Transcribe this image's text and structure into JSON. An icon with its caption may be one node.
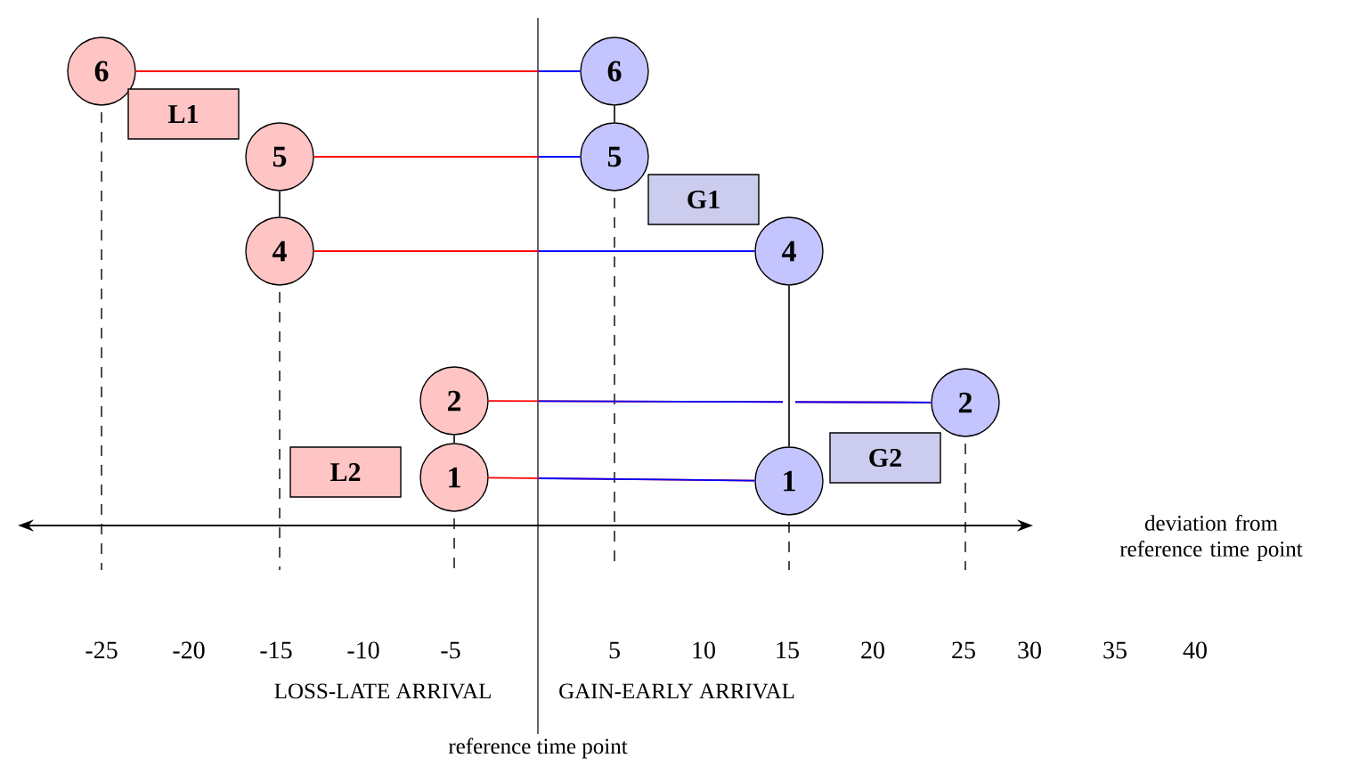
{
  "diagram": {
    "nodes": [
      {
        "text": [
          "6"
        ]
      },
      {
        "text": [
          "6"
        ]
      },
      {
        "text": [
          "L1"
        ]
      },
      {
        "text": [
          "5"
        ]
      },
      {
        "text": [
          "5"
        ]
      },
      {
        "text": [
          "G1"
        ]
      },
      {
        "text": [
          "4"
        ]
      },
      {
        "text": [
          "4"
        ]
      },
      {
        "text": [
          "2"
        ]
      },
      {
        "text": [
          "2"
        ]
      },
      {
        "text": [
          "L2"
        ]
      },
      {
        "text": [
          "1"
        ]
      },
      {
        "text": [
          "1"
        ]
      },
      {
        "text": [
          "G2"
        ]
      }
    ],
    "edges": [
      {
        "from": 0,
        "to": 1,
        "arrow": "none"
      },
      {
        "from": 3,
        "to": 4,
        "arrow": "none"
      },
      {
        "from": 6,
        "to": 7,
        "arrow": "none"
      },
      {
        "from": 8,
        "to": 9,
        "arrow": "none"
      },
      {
        "from": 11,
        "to": 12,
        "arrow": "none"
      },
      {
        "from": 3,
        "to": 6,
        "arrow": "none",
        "color": "#000000"
      },
      {
        "from": 8,
        "to": 11,
        "arrow": "none",
        "color": "#000000"
      },
      {
        "from": 1,
        "to": 4,
        "arrow": "none",
        "color": "#000000"
      },
      {
        "from": 7,
        "to": 12,
        "arrow": "none",
        "color": "#000000"
      }
    ],
    "labels": [
      "deviation from reference time point",
      "-25",
      "-20",
      "-15",
      "-10",
      "-5",
      "5",
      "10",
      "15",
      "20",
      "25",
      "30",
      "35",
      "40",
      "LOSS-LATE ARRIVAL",
      "GAIN-EARLY ARRIVAL",
      "reference time point"
    ]
  }
}
